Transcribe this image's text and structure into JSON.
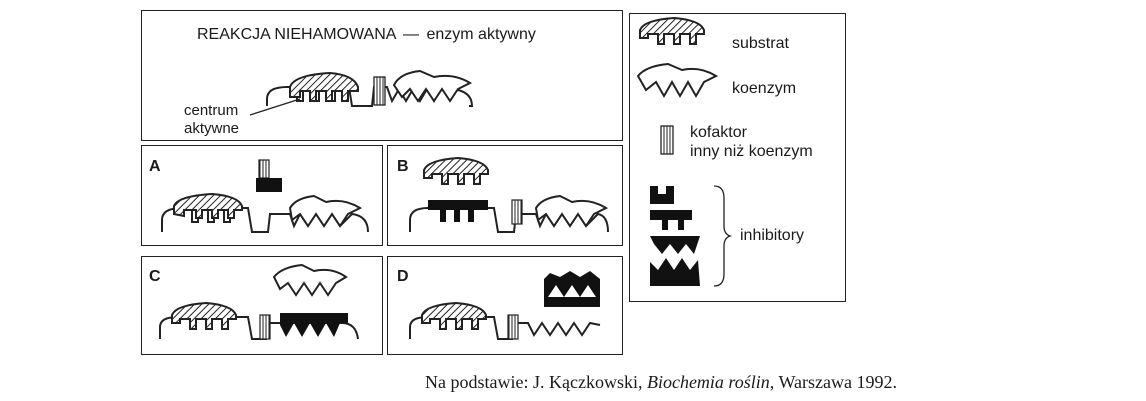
{
  "main": {
    "title": "REAKCJA NIEHAMOWANA",
    "dash": "—",
    "subtitle": "enzym aktywny",
    "active_site_line1": "centrum",
    "active_site_line2": "aktywne"
  },
  "panels": {
    "a": "A",
    "b": "B",
    "c": "C",
    "d": "D"
  },
  "legend": {
    "substrat": "substrat",
    "koenzym": "koenzym",
    "kofaktor_line1": "kofaktor",
    "kofaktor_line2": "inny niż koenzym",
    "inhibitory": "inhibitory"
  },
  "caption": {
    "prefix": "Na podstawie: J. Kączkowski, ",
    "book": "Biochemia roślin",
    "suffix": ", Warszawa 1992."
  }
}
